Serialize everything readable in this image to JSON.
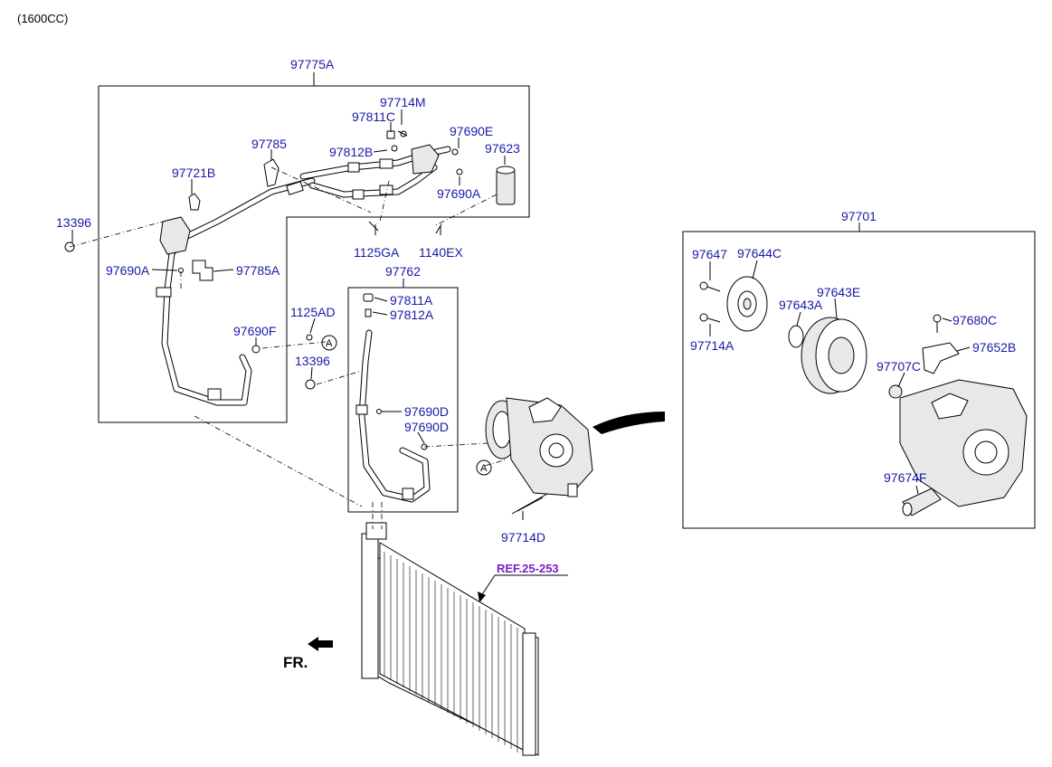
{
  "header": {
    "engine": "(1600CC)"
  },
  "groups": {
    "hose_assembly": "97775A",
    "discharge_hose": "97762",
    "compressor_assembly": "97701"
  },
  "parts": {
    "p97714M_top": "97714M",
    "p97811C": "97811C",
    "p97812B": "97812B",
    "p97690E": "97690E",
    "p97623": "97623",
    "p97690A_top": "97690A",
    "p97785": "97785",
    "p97721B": "97721B",
    "p13396_a": "13396",
    "p97690A_left": "97690A",
    "p97785A": "97785A",
    "p1125GA": "1125GA",
    "p1140EX": "1140EX",
    "p97811A": "97811A",
    "p97812A": "97812A",
    "p1125AD": "1125AD",
    "p97690F": "97690F",
    "p13396_b": "13396",
    "p97690D_a": "97690D",
    "p97690D_b": "97690D",
    "p97714D": "97714D",
    "p97647": "97647",
    "p97644C": "97644C",
    "p97643A": "97643A",
    "p97643E": "97643E",
    "p97714A": "97714A",
    "p97680C": "97680C",
    "p97652B": "97652B",
    "p97707C": "97707C",
    "p97674F": "97674F"
  },
  "reference": {
    "label": "REF.25-253"
  },
  "front_indicator": {
    "label": "FR."
  },
  "callouts": {
    "a1": "A",
    "a2": "A"
  }
}
